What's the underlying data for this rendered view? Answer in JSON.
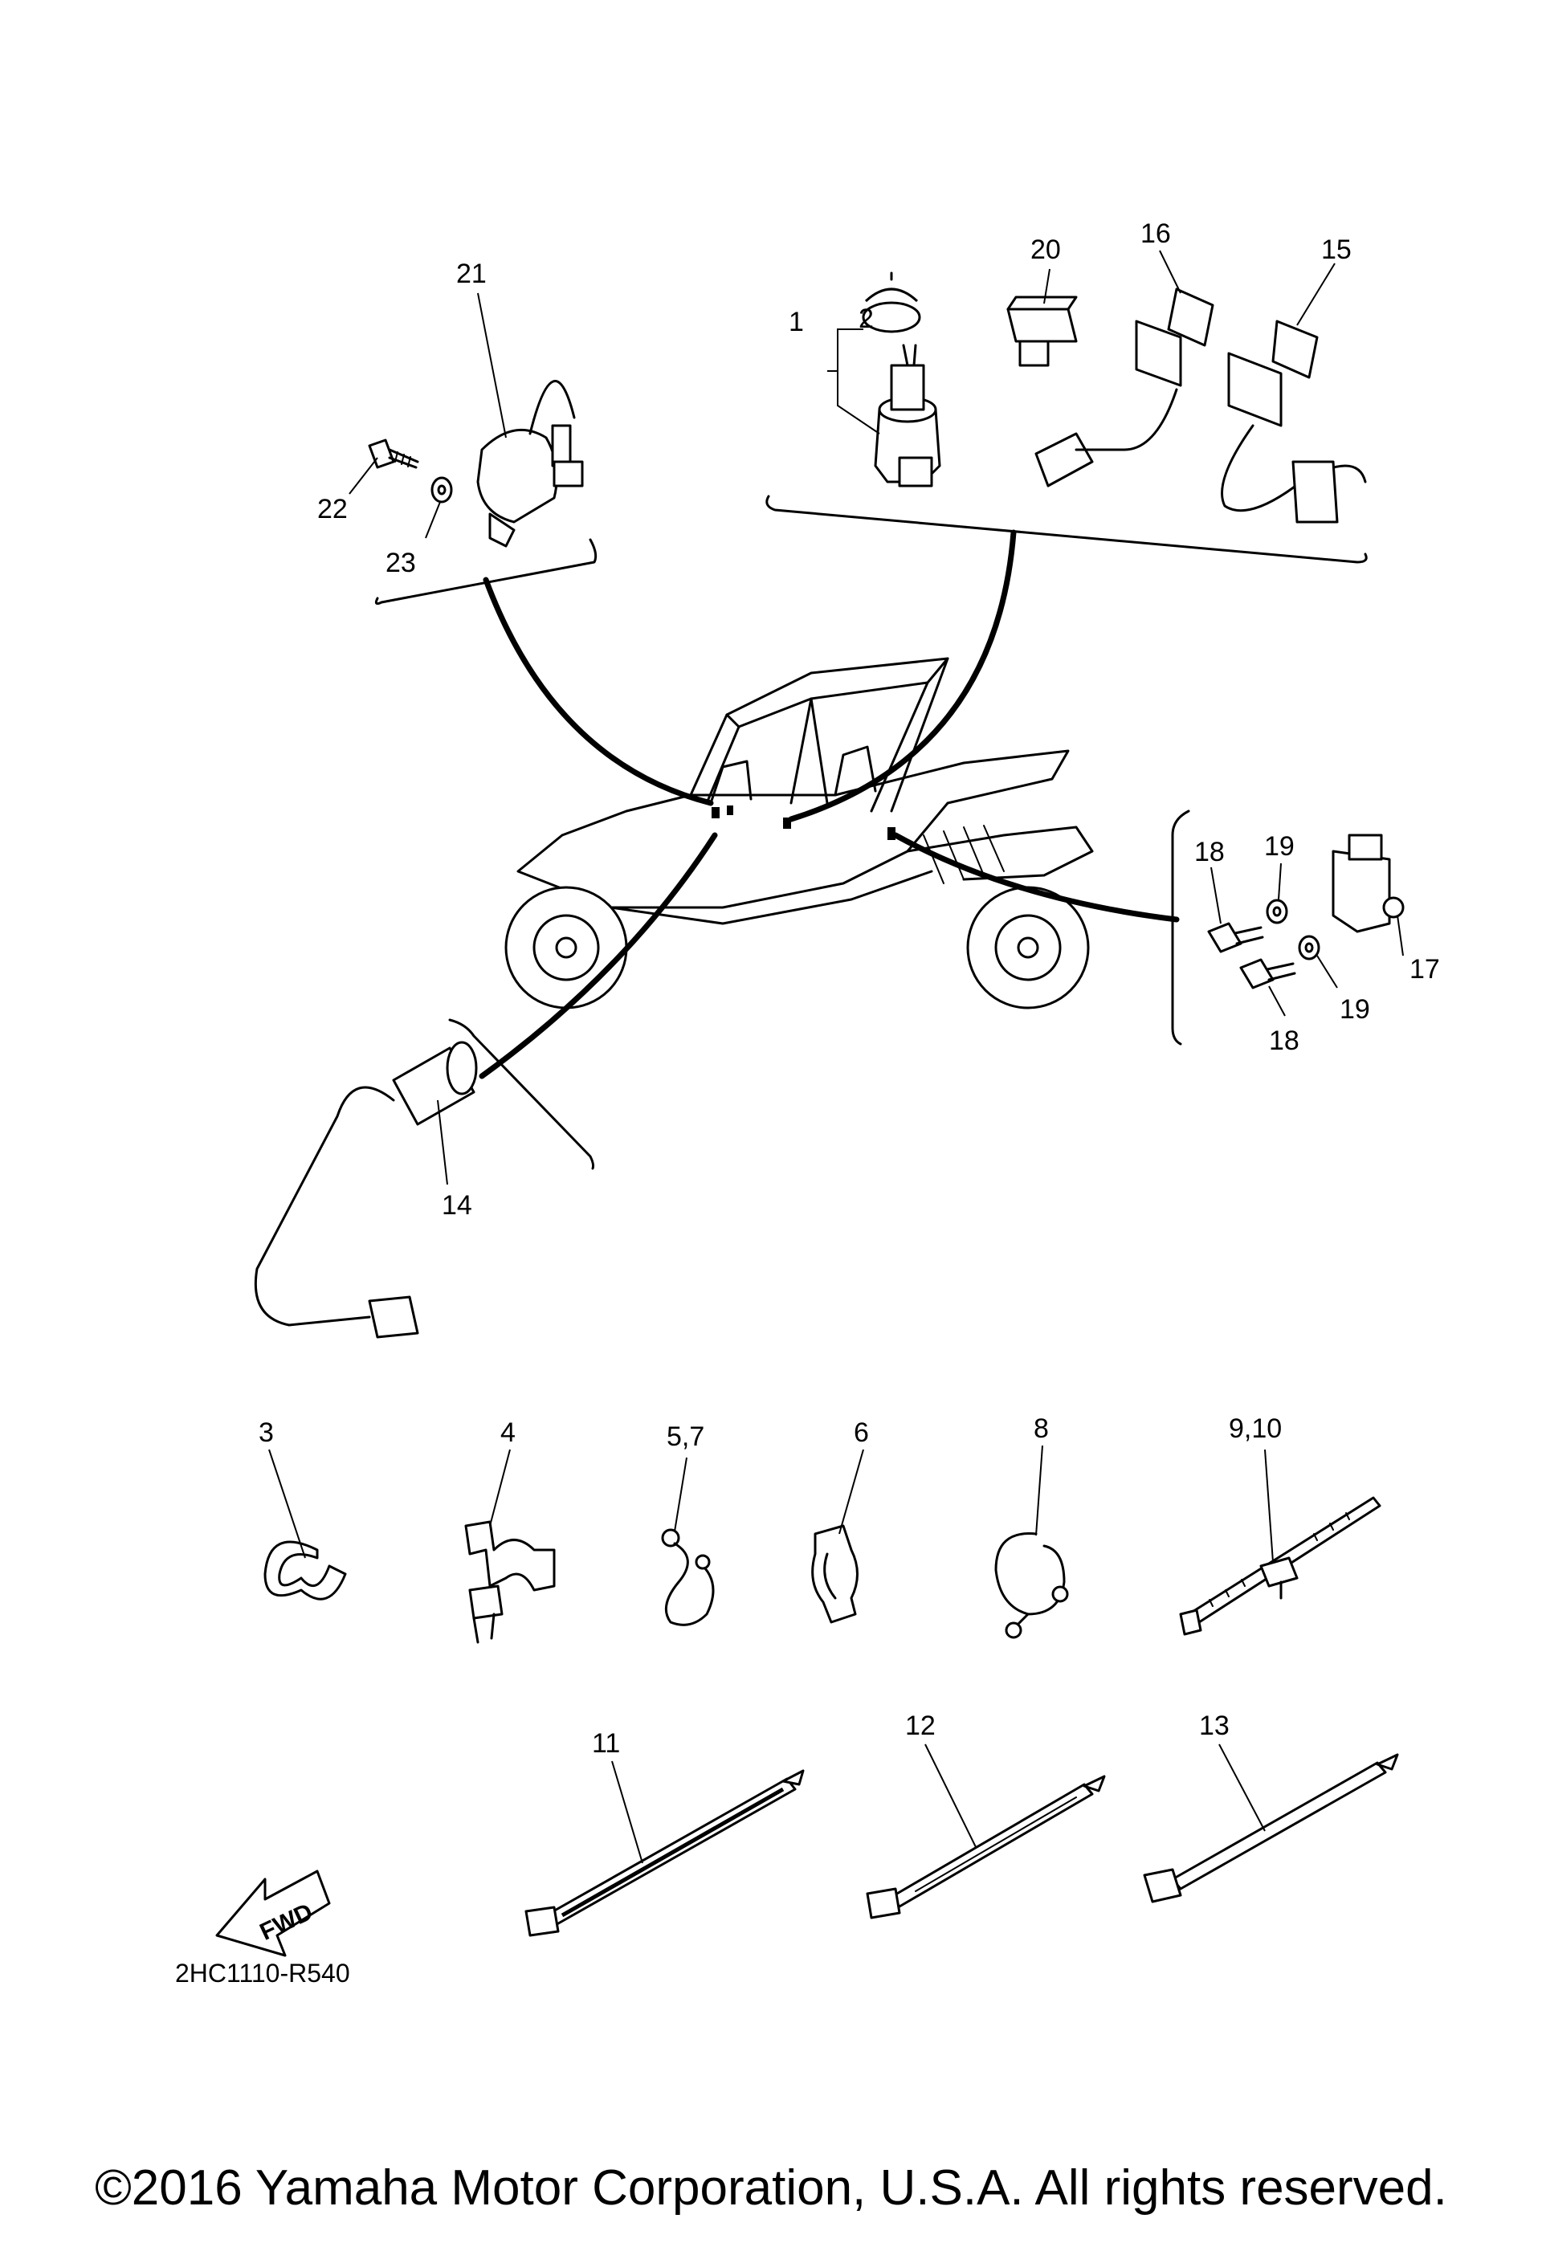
{
  "diagram": {
    "callouts": {
      "c1": "1",
      "c2": "2",
      "c3": "3",
      "c4": "4",
      "c5_7": "5,7",
      "c6": "6",
      "c8": "8",
      "c9_10": "9,10",
      "c11": "11",
      "c12": "12",
      "c13": "13",
      "c14": "14",
      "c15": "15",
      "c16": "16",
      "c17": "17",
      "c18a": "18",
      "c18b": "18",
      "c19a": "19",
      "c19b": "19",
      "c20": "20",
      "c21": "21",
      "c22": "22",
      "c23": "23"
    },
    "fwd_label": "FWD",
    "diagram_code": "2HC1110-R540",
    "copyright": "©2016 Yamaha Motor Corporation, U.S.A. All rights reserved."
  }
}
